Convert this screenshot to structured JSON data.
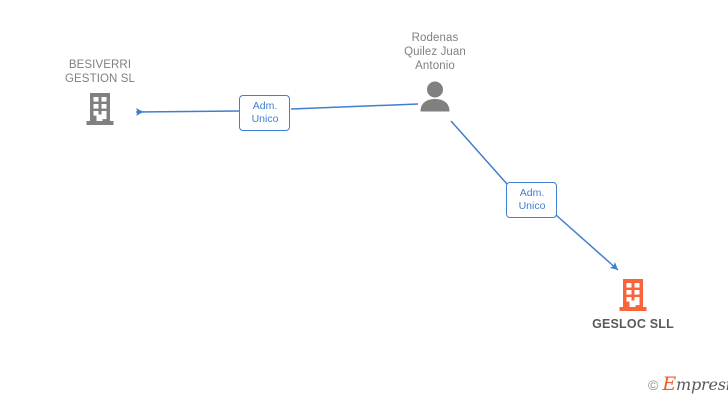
{
  "diagram": {
    "type": "org-relationship-graph",
    "background_color": "#ffffff",
    "edge_color": "#3f7fd0",
    "nodes": [
      {
        "id": "besiverri",
        "kind": "company",
        "icon": "building-icon",
        "icon_color": "#808080",
        "label": "BESIVERRI\nGESTION SL",
        "label_color": "#808080",
        "label_position": "above"
      },
      {
        "id": "person",
        "kind": "person",
        "icon": "person-icon",
        "icon_color": "#808080",
        "label": "Rodenas\nQuilez Juan\nAntonio",
        "label_color": "#808080",
        "label_position": "above"
      },
      {
        "id": "gesloc",
        "kind": "company",
        "icon": "building-icon",
        "icon_color": "#f9643a",
        "label": "GESLOC SLL",
        "label_color": "#5a5a5a",
        "label_position": "below"
      }
    ],
    "edges": [
      {
        "id": "edge-1",
        "from": "person",
        "to": "besiverri",
        "label": "Adm.\nUnico",
        "direction": "left",
        "color": "#3f7fd0"
      },
      {
        "id": "edge-2",
        "from": "person",
        "to": "gesloc",
        "label": "Adm.\nUnico",
        "direction": "down-right",
        "color": "#3f7fd0"
      }
    ]
  },
  "watermark": {
    "copyright": "©",
    "brand_initial": "E",
    "brand_rest": "mpresia",
    "brand_color": "#f15a29"
  }
}
